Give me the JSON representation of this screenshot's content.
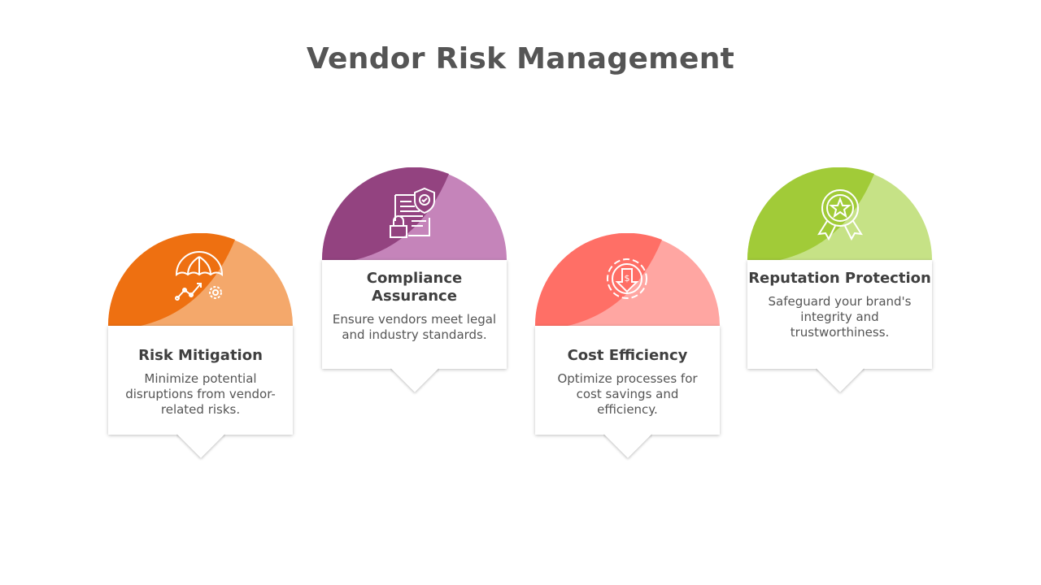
{
  "title": "Vendor Risk Management",
  "cards": [
    {
      "title": "Risk Mitigation",
      "text": "Minimize potential disruptions from vendor-related risks.",
      "icon": "umbrella-growth-gear-icon",
      "dark": "#EE7011",
      "light": "#F4A86B"
    },
    {
      "title": "Compliance Assurance",
      "text": "Ensure vendors meet legal and industry standards.",
      "icon": "document-shield-lock-icon",
      "dark": "#934380",
      "light": "#C584BA"
    },
    {
      "title": "Cost Efficiency",
      "text": "Optimize processes for cost savings and efficiency.",
      "icon": "gear-dollar-down-icon",
      "dark": "#FF6F66",
      "light": "#FFA6A2"
    },
    {
      "title": "Reputation Protection",
      "text": "Safeguard your brand's integrity and trustworthiness.",
      "icon": "award-badge-star-icon",
      "dark": "#A1CB38",
      "light": "#C6E286"
    }
  ]
}
